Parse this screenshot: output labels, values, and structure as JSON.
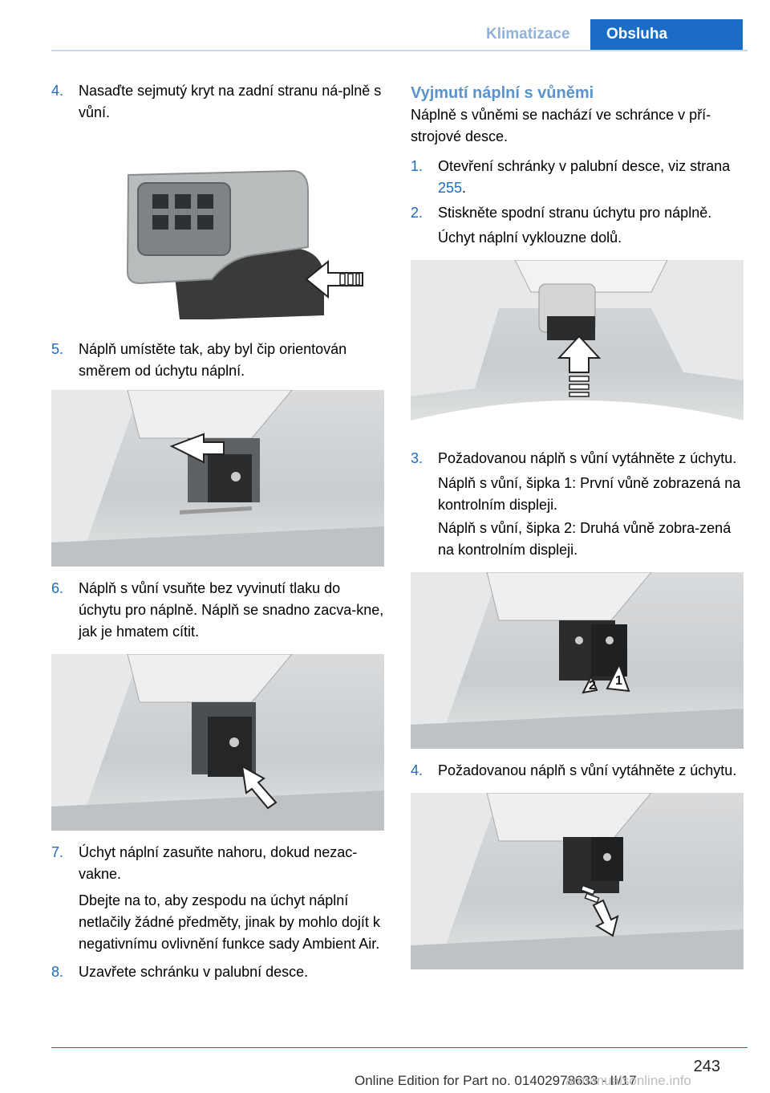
{
  "header": {
    "tab_inactive": "Klimatizace",
    "tab_active": "Obsluha"
  },
  "left": {
    "step4": {
      "num": "4.",
      "text": "Nasaďte sejmutý kryt na zadní stranu ná‐plně s vůní."
    },
    "step5": {
      "num": "5.",
      "text": "Náplň umístěte tak, aby byl čip orientován směrem od úchytu náplní."
    },
    "step6": {
      "num": "6.",
      "text": "Náplň s vůní vsuňte bez vyvinutí tlaku do úchytu pro náplně. Náplň se snadno zacva‐kne, jak je hmatem cítit."
    },
    "step7": {
      "num": "7.",
      "text": "Úchyt náplní zasuňte nahoru, dokud nezac‐vakne.",
      "note": "Dbejte na to, aby zespodu na úchyt náplní netlačily žádné předměty, jinak by mohlo dojít k negativnímu ovlivnění funkce sady Ambient Air."
    },
    "step8": {
      "num": "8.",
      "text": "Uzavřete schránku v palubní desce."
    }
  },
  "right": {
    "title": "Vyjmutí náplní s vůněmi",
    "intro": "Náplně s vůněmi se nachází ve schránce v pří‐strojové desce.",
    "step1": {
      "num": "1.",
      "text_before": "Otevření schránky v palubní desce, viz strana ",
      "link": "255",
      "text_after": "."
    },
    "step2": {
      "num": "2.",
      "text": "Stiskněte spodní stranu úchytu pro náplně.",
      "note": "Úchyt náplní vyklouzne dolů."
    },
    "step3": {
      "num": "3.",
      "text": "Požadovanou náplň s vůní vytáhněte z úchytu.",
      "note1": "Náplň s vůní, šipka 1: První vůně zobrazená na kontrolním displeji.",
      "note2": "Náplň s vůní, šipka 2: Druhá vůně zobra‐zená na kontrolním displeji.",
      "arrow1": "1",
      "arrow2": "2"
    },
    "step4": {
      "num": "4.",
      "text": "Požadovanou náplň s vůní vytáhněte z úchytu."
    }
  },
  "footer": {
    "page": "243",
    "edition": "Online Edition for Part no. 01402978633 - II/17",
    "watermark": "armanualsonline.info"
  }
}
